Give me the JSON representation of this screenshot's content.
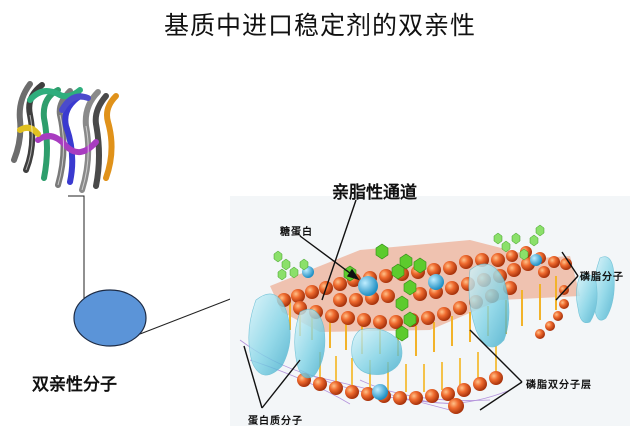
{
  "title": "基质中进口稳定剂的双亲性",
  "labels": {
    "lipophilic_channel": "亲脂性通道",
    "glycoprotein": "糖蛋白",
    "phospholipid_molecule": "磷脂分子",
    "phospholipid_bilayer": "磷脂双分子层",
    "protein_molecule": "蛋白质分子",
    "amphiphilic_molecule": "双亲性分子"
  },
  "colors": {
    "ellipse_fill": "#5b94d8",
    "head_orange": "#e8602a",
    "tail_yellow": "#f2b32a",
    "protein_cyan": "#7fd3e6",
    "hex_green": "#5dcb2d"
  }
}
